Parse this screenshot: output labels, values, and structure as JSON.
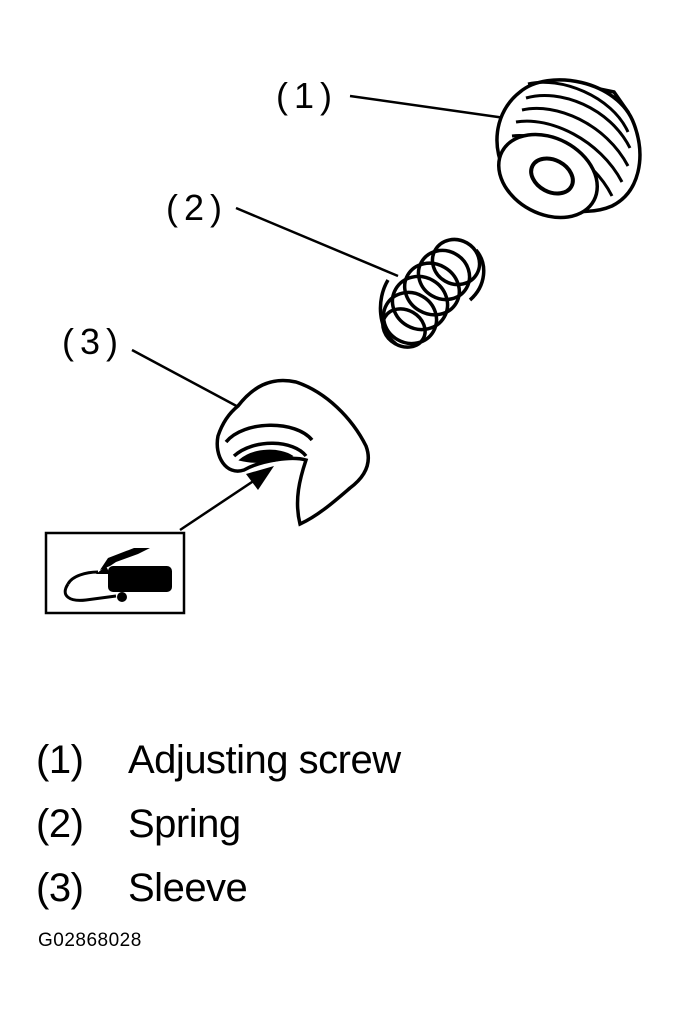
{
  "callouts": {
    "screw": "(1)",
    "spring": "(2)",
    "sleeve": "(3)"
  },
  "legend": [
    {
      "num": "(1)",
      "label": "Adjusting screw"
    },
    {
      "num": "(2)",
      "label": "Spring"
    },
    {
      "num": "(3)",
      "label": "Sleeve"
    }
  ],
  "figure_code": "G02868028",
  "icons": {
    "lubricant": "grease-tube-icon"
  },
  "colors": {
    "ink": "#000000",
    "paper": "#ffffff"
  }
}
